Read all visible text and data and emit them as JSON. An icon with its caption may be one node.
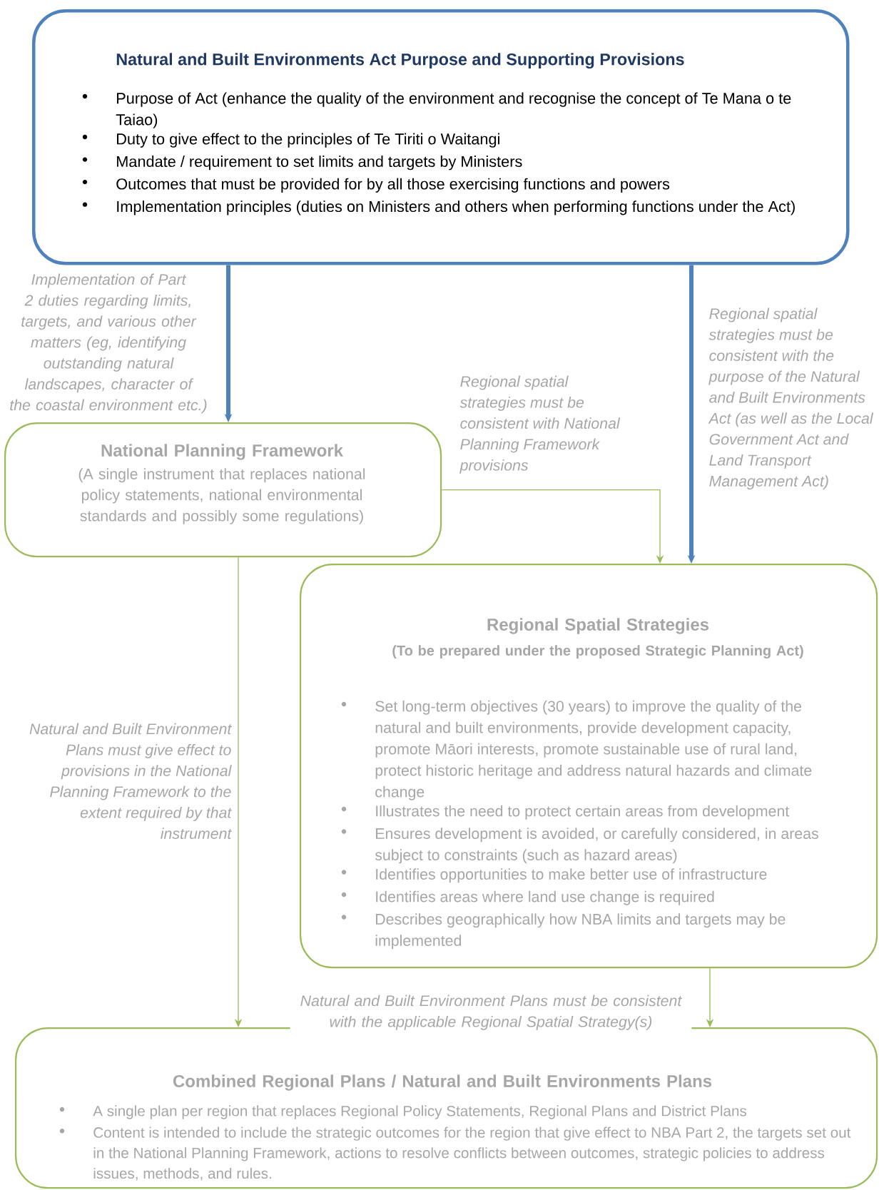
{
  "diagram": {
    "nodes": [
      {
        "text": [
          "Natural and Built Environments Act Purpose and Supporting Provisions",
          "Purpose of Act (enhance the quality of the environment and recognise the concept of Te Mana o te Taiao)",
          "Duty to give effect to the principles of Te Tiriti o Waitangi",
          "Mandate / requirement to set limits and targets by Ministers",
          "Outcomes that must be provided for by all those exercising functions and powers",
          "Implementation principles (duties on Ministers and others when performing functions under the Act)"
        ]
      },
      {
        "text": [
          "National Planning Framework",
          "(A single instrument that replaces national policy statements, national environmental standards and possibly some regulations)"
        ]
      },
      {
        "text": [
          "Regional Spatial Strategies",
          "(To be prepared under the proposed Strategic Planning Act)",
          "Set long-term objectives (30 years) to improve the quality of the natural and built environments, provide development capacity, promote Māori interests, promote sustainable use of rural land, protect historic heritage and address natural hazards and climate change",
          "Illustrates the need to protect certain areas from development",
          "Ensures development is avoided, or carefully considered, in areas subject to constraints (such as hazard areas)",
          "Identifies opportunities to make better use of infrastructure",
          "Identifies areas where land use change is required",
          "Describes geographically how NBA limits and targets may be implemented"
        ]
      },
      {
        "text": [
          "Combined Regional Plans / Natural and Built Environments Plans",
          "A single plan per region that replaces Regional Policy Statements, Regional Plans and District Plans",
          "Content is intended to include the strategic outcomes for the region that give effect to NBA Part 2, the targets set out in the National Planning Framework, actions to resolve conflicts between outcomes, strategic policies to address issues, methods, and rules."
        ]
      }
    ],
    "edges": [
      {
        "from": 0,
        "to": 1,
        "arrow": "to",
        "style": "thick",
        "color": "#4f81bd",
        "label": "Implementation of Part 2 duties regarding limits, targets, and various other matters (eg, identifying outstanding natural landscapes, character of the coastal environment etc.)"
      },
      {
        "from": 1,
        "to": 2,
        "arrow": "to",
        "label": "Regional spatial strategies must be consistent with National Planning Framework provisions"
      },
      {
        "from": 0,
        "to": 2,
        "arrow": "to",
        "style": "thick",
        "color": "#4f81bd",
        "label": "Regional spatial strategies must be consistent with the purpose of the Natural and Built Environments Act (as well as the Local Government Act and Land Transport Management Act)"
      },
      {
        "from": 1,
        "to": 3,
        "arrow": "to",
        "label": "Natural and Built Environment Plans must give effect to provisions in the National Planning Framework to the extent required by that instrument"
      },
      {
        "from": 2,
        "to": 3,
        "arrow": "to",
        "label": "Natural and Built Environment Plans must be consistent with the applicable Regional Spatial Strategy(s)"
      }
    ]
  }
}
